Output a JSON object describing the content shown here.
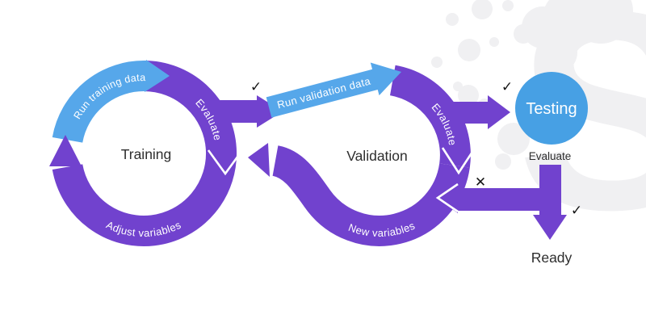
{
  "colors": {
    "purple": "#7142ce",
    "arc_blue": "#56a7ea",
    "testing_circle_blue": "#47a0e4",
    "watermark_gray": "#f0f0f2",
    "text_dark": "#2e2e2e",
    "mark_black": "#161616",
    "background": "#ffffff"
  },
  "flow": {
    "training": {
      "label": "Training",
      "run_arc": "Run training data",
      "evaluate_arc": "Evaluate",
      "adjust_arc": "Adjust variables"
    },
    "validation": {
      "label": "Validation",
      "banner": "Run validation data",
      "evaluate_arc": "Evaluate",
      "new_variables_arc": "New variables"
    },
    "testing": {
      "label": "Testing",
      "evaluate_caption": "Evaluate",
      "ready_label": "Ready"
    }
  },
  "marks": {
    "training_pass": "✓",
    "validation_pass": "✓",
    "testing_fail": "✕",
    "testing_pass": "✓"
  },
  "watermark": {
    "letter": "S"
  }
}
